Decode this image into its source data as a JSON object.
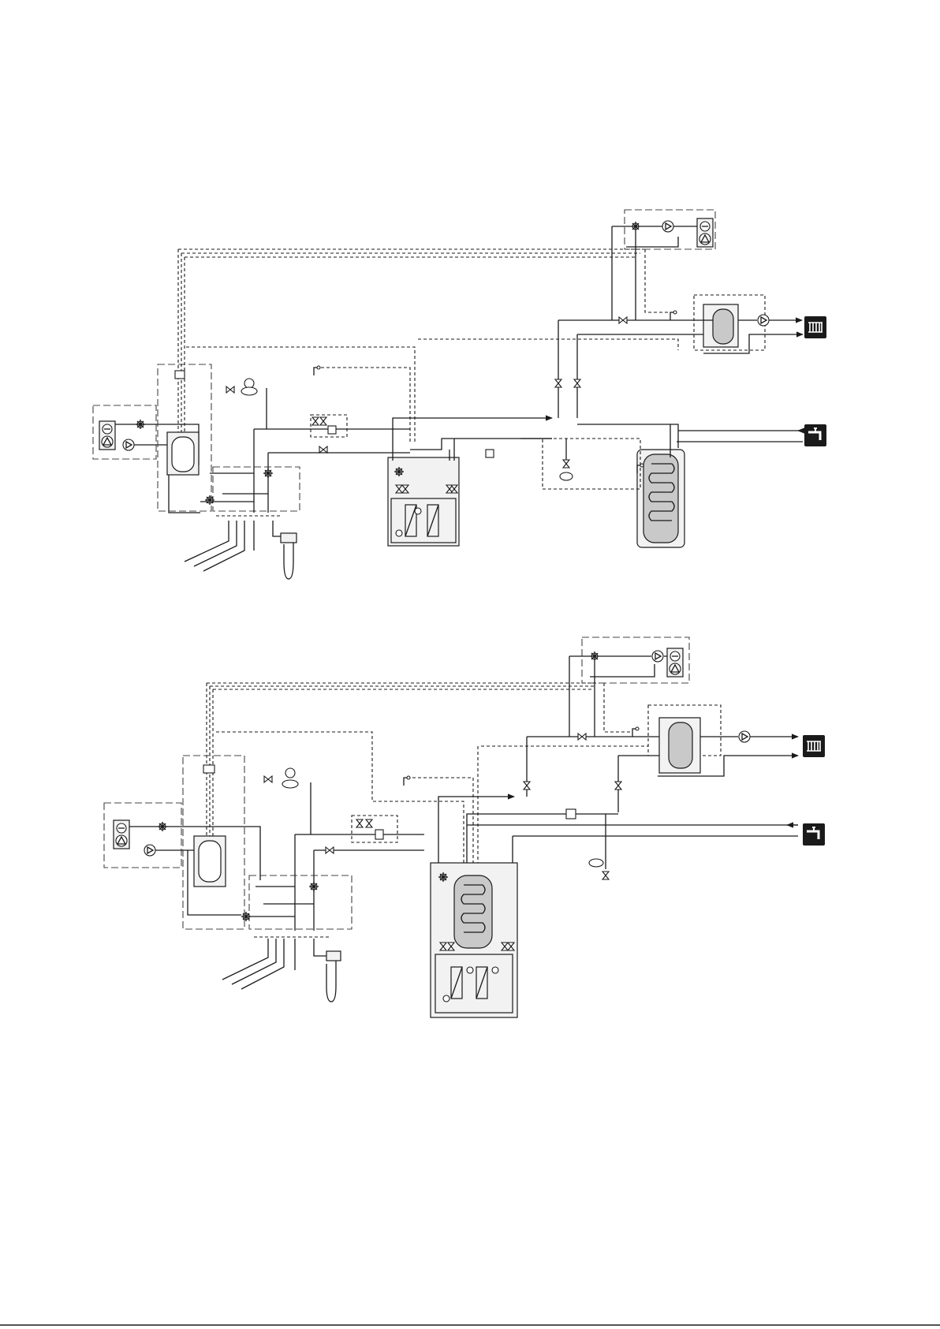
{
  "document": {
    "type": "system piping diagram",
    "figures": [
      {
        "id": "diagram-1",
        "text_labels": []
      },
      {
        "id": "diagram-2",
        "text_labels": []
      }
    ]
  },
  "icons": {
    "radiator": "radiator-icon",
    "tap": "hot-water-tap-icon",
    "pump": "circulation-pump-icon",
    "valve": "shutoff-valve-icon",
    "mixing_valve": "three-way-valve-icon",
    "sensor": "temperature-sensor-icon",
    "expansion": "expansion-vessel-icon",
    "ground_collector": "ground-loop-icon",
    "borehole": "borehole-icon",
    "pressure": "pressure-gauge-icon"
  },
  "colors": {
    "line": "#1a1a1a",
    "tank_fill": "#c9c9c9",
    "icon_bg": "#1a1a1a"
  }
}
